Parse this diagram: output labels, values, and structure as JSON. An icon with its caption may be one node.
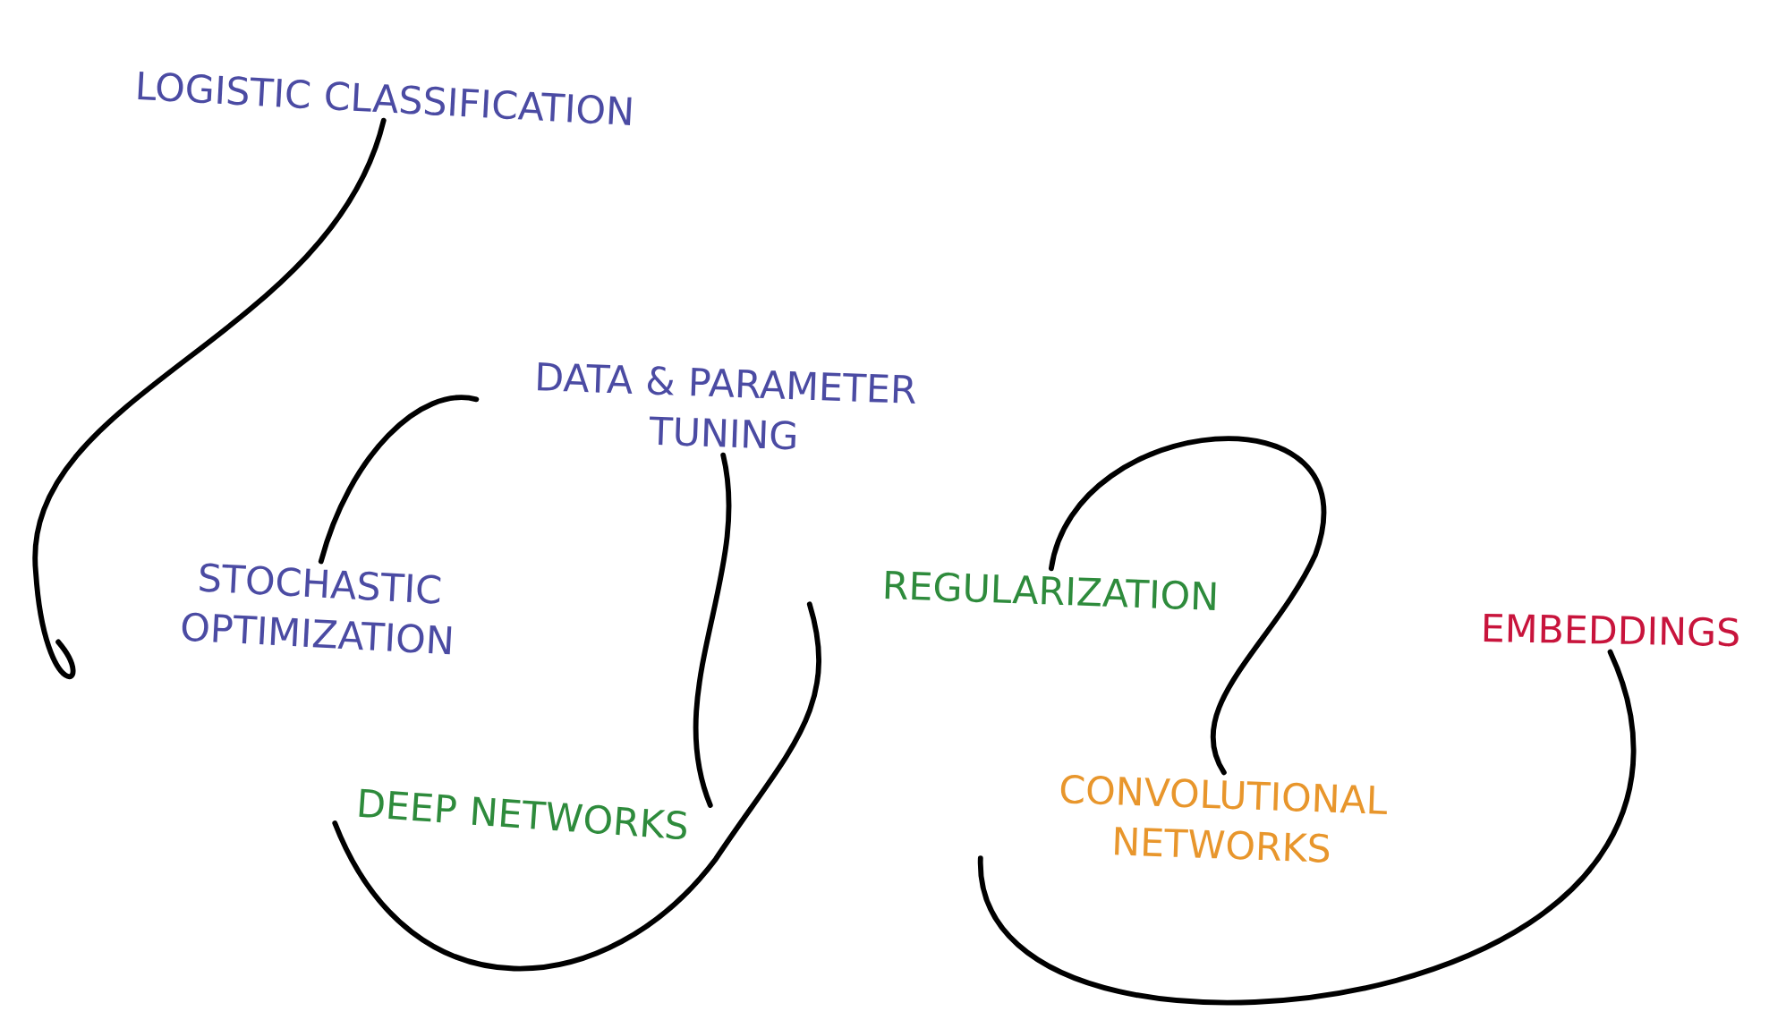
{
  "diagram": {
    "nodes": [
      {
        "text": [
          "LOGISTIC CLASSIFICATION"
        ]
      },
      {
        "text": [
          "DATA & PARAMETER TUNING"
        ]
      },
      {
        "text": [
          "STOCHASTIC OPTIMIZATION"
        ]
      },
      {
        "text": [
          "REGULARIZATION"
        ]
      },
      {
        "text": [
          "DEEP NETWORKS"
        ]
      },
      {
        "text": [
          "EMBEDDINGS"
        ]
      },
      {
        "text": [
          "CONVOLUTIONAL NETWORKS"
        ]
      }
    ],
    "edges": [
      {
        "from": 0,
        "to": 2,
        "arrow": "none"
      },
      {
        "from": 2,
        "to": 1,
        "arrow": "none"
      },
      {
        "from": 1,
        "to": 4,
        "arrow": "none"
      },
      {
        "from": 4,
        "to": 3,
        "arrow": "none"
      },
      {
        "from": 3,
        "to": 6,
        "arrow": "none"
      },
      {
        "from": 6,
        "to": 5,
        "arrow": "none"
      }
    ]
  }
}
